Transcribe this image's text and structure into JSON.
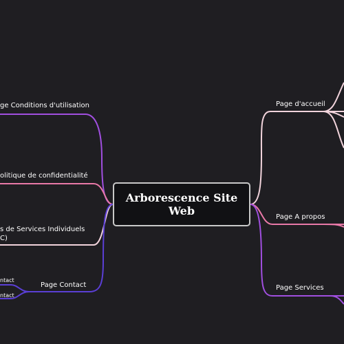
{
  "central_topic": "Arborescence Site Web",
  "right_branches": [
    {
      "label": "Page d'accueil"
    },
    {
      "label": "Page A propos"
    },
    {
      "label": "Page Services"
    }
  ],
  "left_branches": [
    {
      "label": "ge Conditions d'utilisation"
    },
    {
      "label": "olitique de confidentialité"
    },
    {
      "label": "s de Services Individuels",
      "label_line2": "C)"
    },
    {
      "label": "Page Contact",
      "children": [
        "ntact",
        "ntact"
      ]
    }
  ],
  "colors": {
    "background": "#1f1e22",
    "central_border": "#c9c9c9",
    "branch_pale_pink": "#f2d4dc",
    "branch_pink": "#e979a8",
    "branch_purple": "#a14fe0",
    "branch_indigo": "#5b3fd6"
  }
}
